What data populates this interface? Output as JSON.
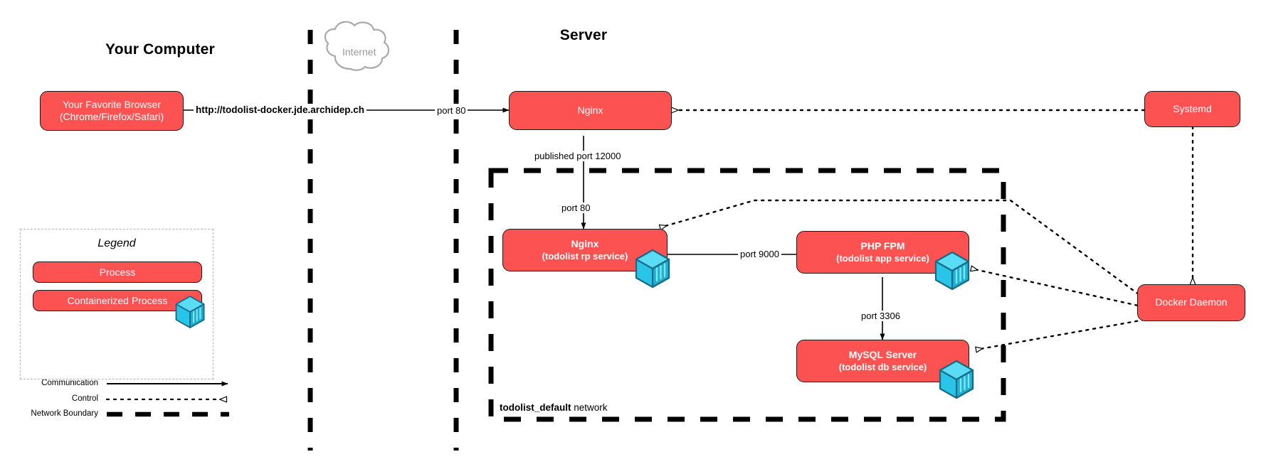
{
  "sections": {
    "your_computer": "Your Computer",
    "server": "Server",
    "internet": "Internet"
  },
  "nodes": {
    "browser": {
      "title": "Your Favorite Browser",
      "subtitle": "(Chrome/Firefox/Safari)"
    },
    "nginx_host": {
      "title": "Nginx",
      "subtitle": ""
    },
    "nginx_rp": {
      "title": "Nginx",
      "subtitle": "(todolist rp service)"
    },
    "php_fpm": {
      "title": "PHP FPM",
      "subtitle": "(todolist app service)"
    },
    "mysql": {
      "title": "MySQL Server",
      "subtitle": "(todolist db service)"
    },
    "systemd": {
      "title": "Systemd",
      "subtitle": ""
    },
    "docker_daemon": {
      "title": "Docker Daemon",
      "subtitle": ""
    }
  },
  "edge_labels": {
    "url": "http://todolist-docker.jde.archidep.ch",
    "port_80_external": "port 80",
    "published_port": "published port 12000",
    "port_80_internal": "port 80",
    "port_9000": "port 9000",
    "port_3306": "port 3306"
  },
  "network": {
    "name": "todolist_default",
    "suffix": " network"
  },
  "legend": {
    "title": "Legend",
    "process": "Process",
    "containerized_process": "Containerized Process",
    "communication": "Communication",
    "control": "Control",
    "network_boundary": "Network Boundary"
  },
  "colors": {
    "process_fill": "#FC5252",
    "process_stroke": "#1a1a1a",
    "container_cube": "#29C5E8",
    "cloud_stroke": "#A9A9A9",
    "legend_border": "#b5b5b5",
    "line": "#000000"
  }
}
